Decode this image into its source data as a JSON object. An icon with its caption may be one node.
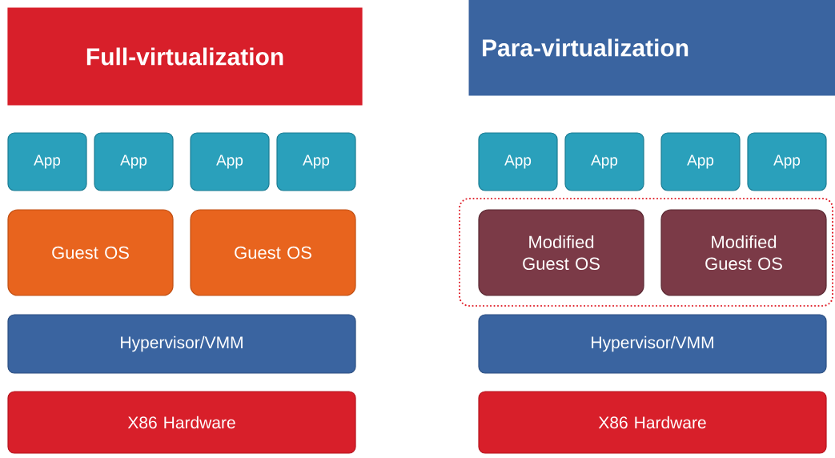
{
  "diagram": {
    "nodes": [
      {
        "text": [
          "Full-virtualization"
        ]
      },
      {
        "text": [
          "App"
        ]
      },
      {
        "text": [
          "App"
        ]
      },
      {
        "text": [
          "App"
        ]
      },
      {
        "text": [
          "App"
        ]
      },
      {
        "text": [
          "Guest OS"
        ]
      },
      {
        "text": [
          "Guest OS"
        ]
      },
      {
        "text": [
          "Hypervisor/VMM"
        ]
      },
      {
        "text": [
          "X86 Hardware"
        ]
      },
      {
        "text": [
          "Para-virtualization"
        ]
      },
      {
        "text": [
          "App"
        ]
      },
      {
        "text": [
          "App"
        ]
      },
      {
        "text": [
          "App"
        ]
      },
      {
        "text": [
          "App"
        ]
      },
      {
        "text": [],
        "shape": "box"
      },
      {
        "text": [
          "Modified Guest OS"
        ],
        "in": 14
      },
      {
        "text": [
          "Modified Guest OS"
        ],
        "in": 14
      },
      {
        "text": [
          "Hypervisor/VMM"
        ]
      },
      {
        "text": [
          "X86 Hardware"
        ]
      }
    ]
  }
}
